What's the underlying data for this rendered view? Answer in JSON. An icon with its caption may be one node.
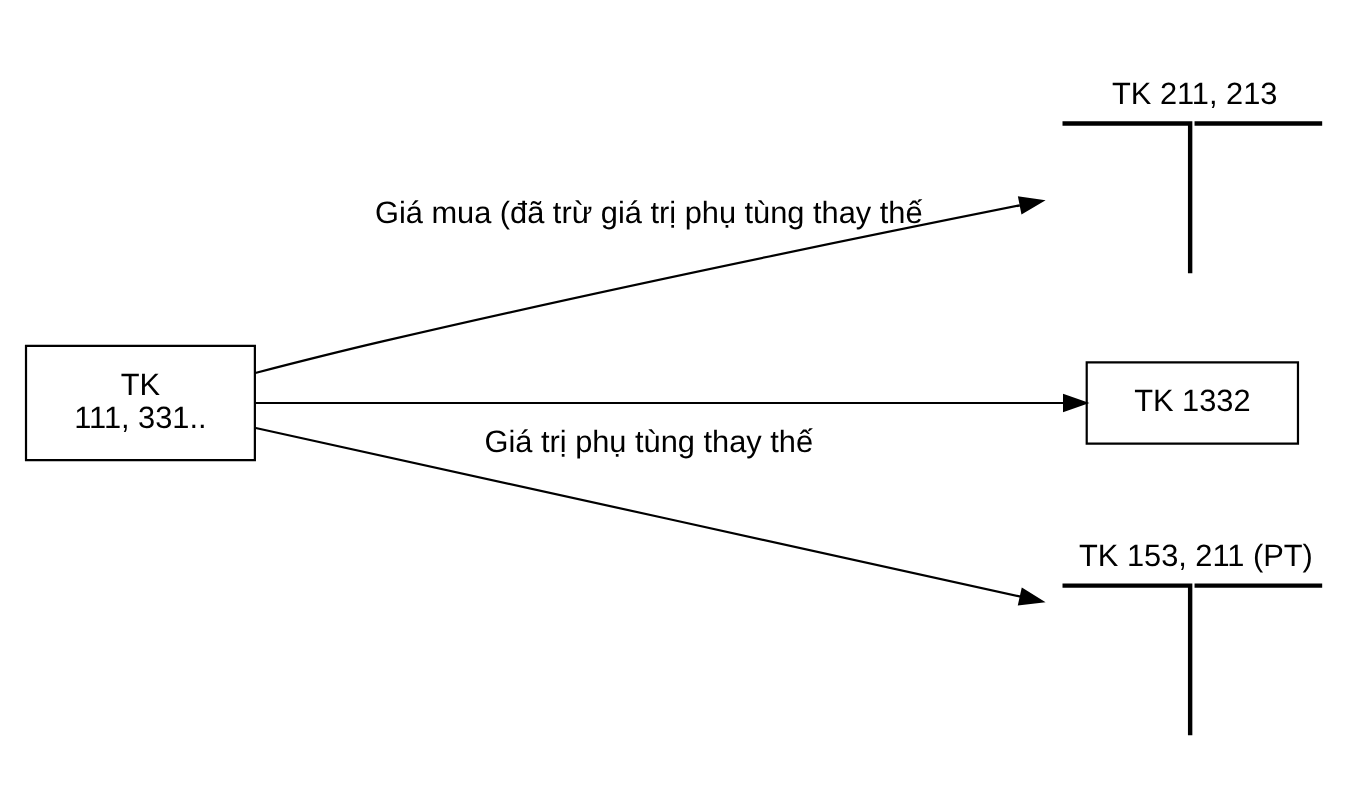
{
  "diagram": {
    "nodes": [
      {
        "text": [
          "TK",
          "111, 331.."
        ]
      },
      {
        "text": [
          "TK 211, 213"
        ]
      },
      {
        "text": [
          "TK 1332"
        ]
      },
      {
        "text": [
          "TK 153, 211 (PT)"
        ]
      }
    ],
    "edges": [
      {
        "from": 0,
        "to": 1,
        "arrow": "to",
        "label": "Giá mua (đã trừ giá trị phụ tùng thay thế"
      },
      {
        "from": 0,
        "to": 2,
        "arrow": "to"
      },
      {
        "from": 0,
        "to": 3,
        "arrow": "to",
        "label": "Giá trị phụ tùng thay thế"
      }
    ]
  }
}
